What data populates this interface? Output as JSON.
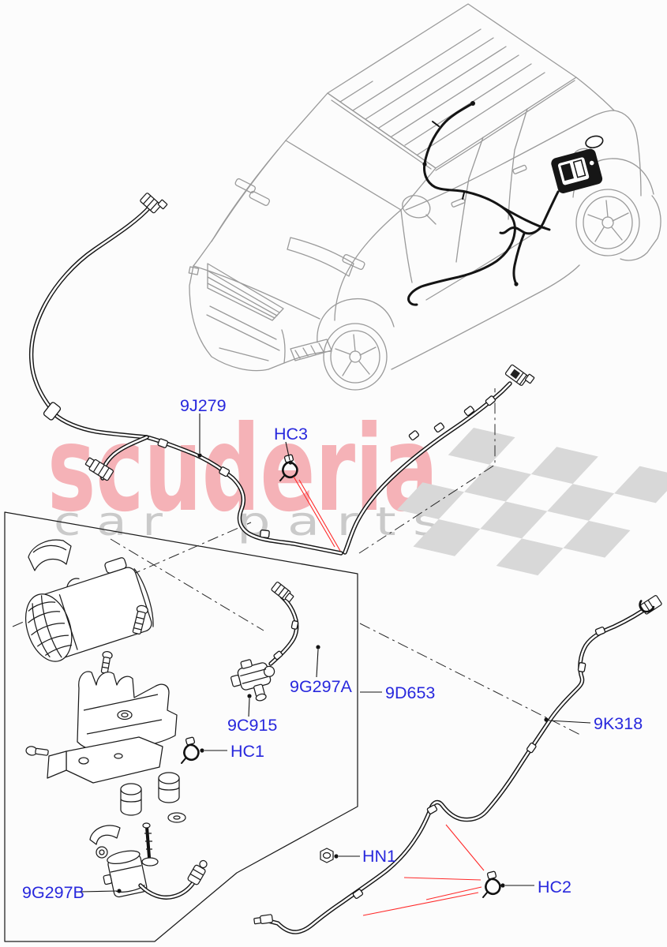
{
  "watermark": {
    "brand": "scuderia",
    "sub_left": "c a r",
    "sub_right": "p a r t s",
    "brand_color": "#f5b2b7",
    "sub_color": "#cacaca"
  },
  "palette": {
    "label_blue": "#2828dd",
    "line_black": "#141414",
    "car_gray": "#9a9a9a",
    "highlight_red": "#ff2a2a",
    "flag_gray": "#d8d8d8"
  },
  "parts": {
    "tube_front": "9J279",
    "clip_front": "HC3",
    "canister_assembly": "9D653",
    "hose": "9G297A",
    "purge_valve": "9C915",
    "clip_mid": "HC1",
    "tube_rear": "9K318",
    "nut": "HN1",
    "pump": "9G297B",
    "clip_rear": "HC2"
  }
}
